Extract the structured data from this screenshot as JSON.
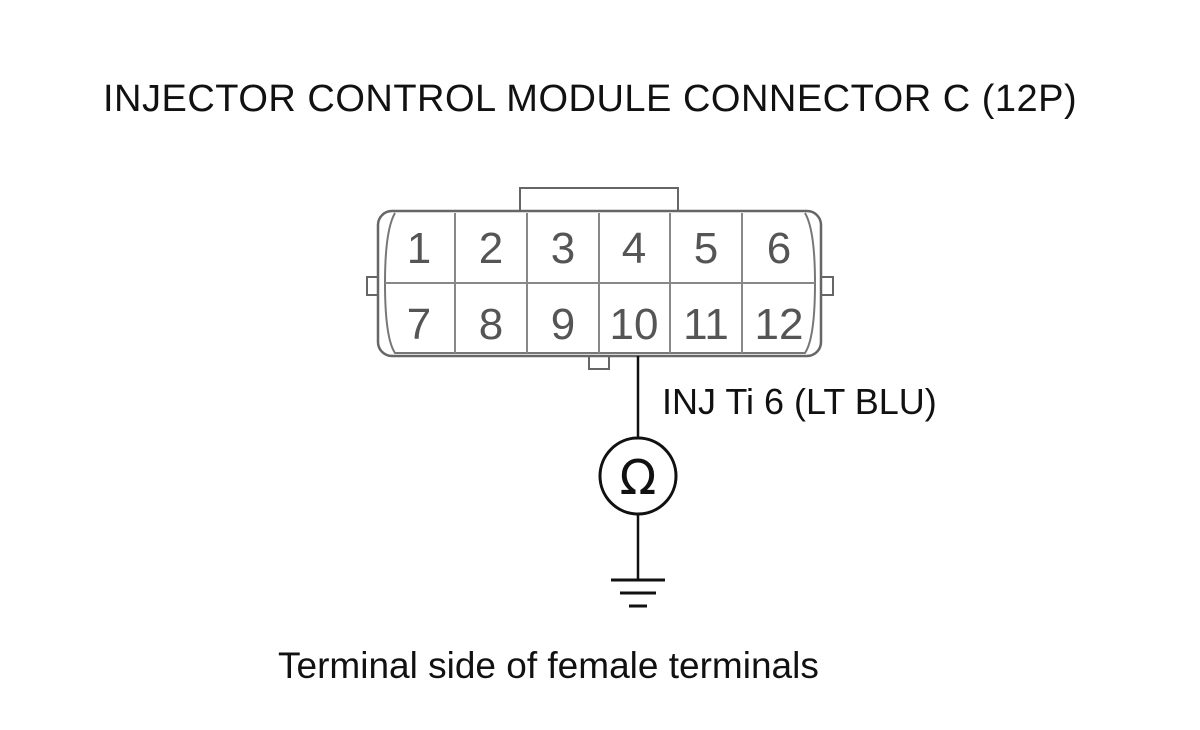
{
  "diagram": {
    "title": "INJECTOR CONTROL MODULE CONNECTOR C (12P)",
    "caption": "Terminal side of female terminals",
    "connector": {
      "pins_row_1": [
        "1",
        "2",
        "3",
        "4",
        "5",
        "6"
      ],
      "pins_row_2": [
        "7",
        "8",
        "9",
        "10",
        "11",
        "12"
      ]
    },
    "probe": {
      "wire_label": "INJ Ti 6 (LT BLU)",
      "meter_symbol": "Ω"
    },
    "icons": {
      "meter": "ohmmeter-icon",
      "ground": "ground-icon"
    }
  }
}
